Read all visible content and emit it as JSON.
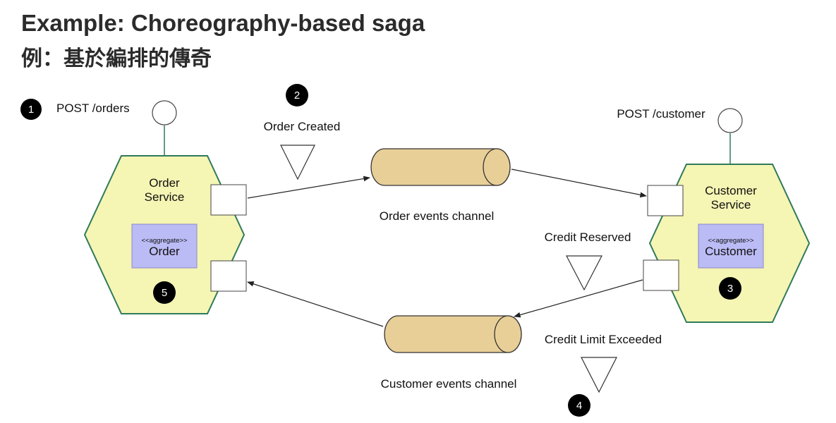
{
  "title": "Example: Choreography-based saga",
  "subtitle": "例：基於編排的傳奇",
  "colors": {
    "service_fill": "#f5f5b4",
    "service_stroke": "#2f7a5b",
    "aggregate_fill": "#bbbbf5",
    "channel_fill": "#e8cf97",
    "step_badge": "#000000"
  },
  "steps": {
    "one": {
      "number": "1",
      "label": "POST /orders"
    },
    "two": {
      "number": "2",
      "label": "Order Created"
    },
    "three": {
      "number": "3",
      "label": "POST /customer"
    },
    "four": {
      "number": "4",
      "label": "Credit Limit Exceeded"
    },
    "five": {
      "number": "5"
    }
  },
  "order_service": {
    "name_line1": "Order",
    "name_line2": "Service",
    "aggregate_stereotype": "<<aggregate>>",
    "aggregate_name": "Order"
  },
  "customer_service": {
    "name_line1": "Customer",
    "name_line2": "Service",
    "aggregate_stereotype": "<<aggregate>>",
    "aggregate_name": "Customer"
  },
  "channels": {
    "order_events": "Order events channel",
    "customer_events": "Customer events channel"
  },
  "events": {
    "credit_reserved": "Credit Reserved"
  }
}
